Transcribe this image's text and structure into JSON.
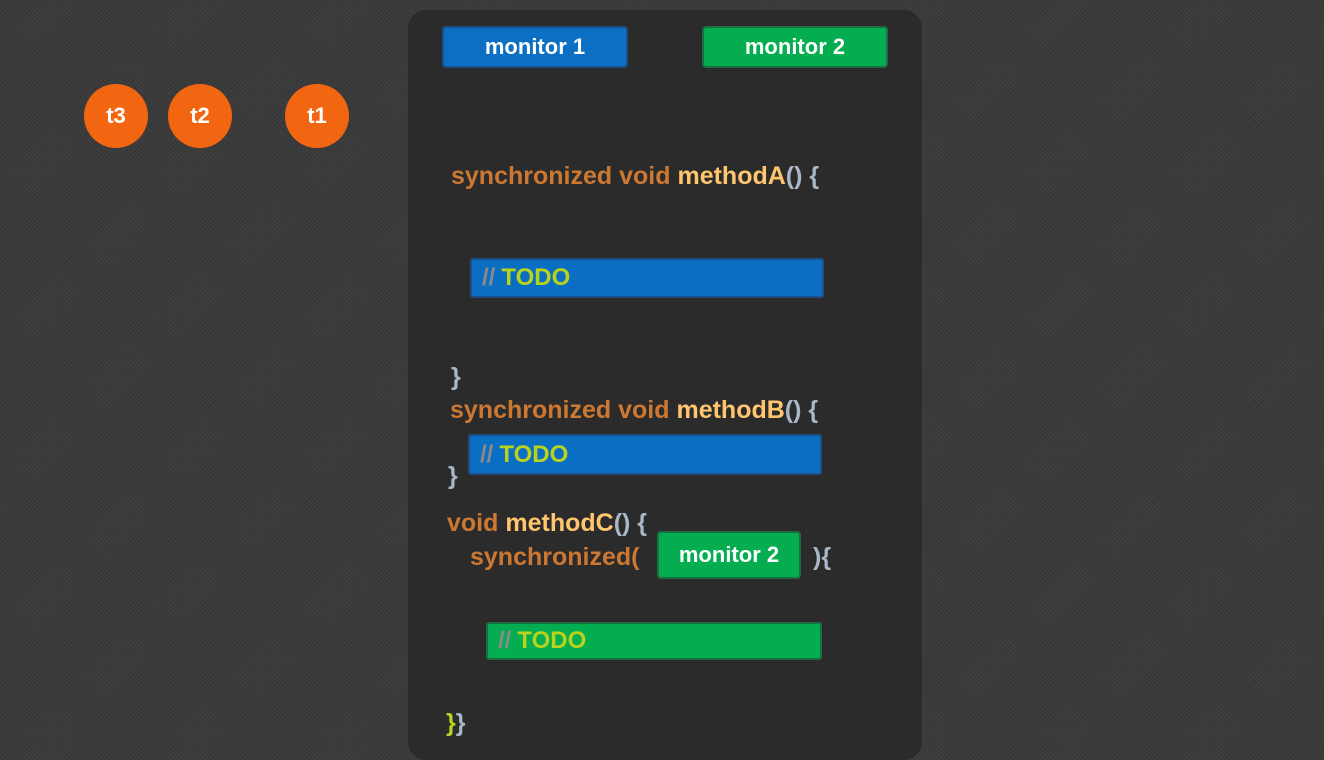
{
  "threads": [
    "t3",
    "t2",
    "t1"
  ],
  "monitors": {
    "monitor_1": "monitor 1",
    "monitor_2": "monitor 2"
  },
  "code": {
    "keyword_synchronized": "synchronized",
    "keyword_void": "void",
    "method_a": "methodA",
    "method_b": "methodB",
    "method_c": "methodC",
    "parens_open_brace": "() {",
    "close_brace": "}",
    "sync_paren_open": "(",
    "sync_paren_close_brace": "){",
    "comment_slashes": "//",
    "todo": "TODO",
    "final_brace_a": "}",
    "final_brace_b": "}"
  },
  "colors": {
    "thread_orange": "#f26511",
    "monitor_1_blue": "#0b6fc4",
    "monitor_2_green": "#03ad50",
    "panel_bg": "#2b2b2b",
    "keyword_orange": "#cc7832",
    "method_yellow": "#ffc66d",
    "todo_green_yellow": "#b9d21c"
  }
}
